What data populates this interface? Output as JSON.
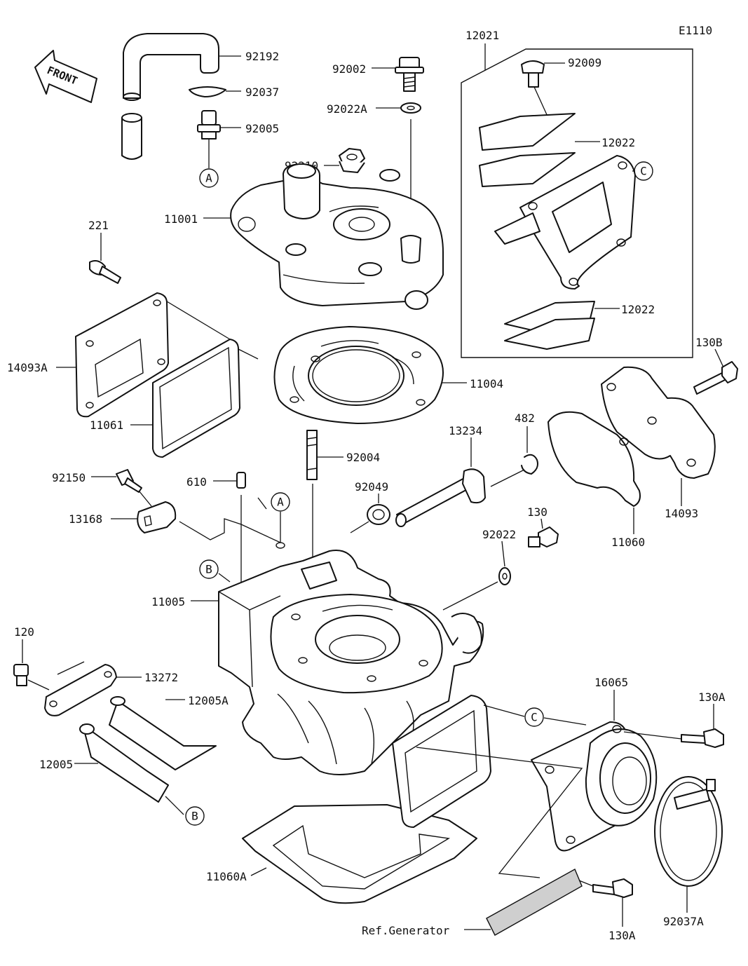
{
  "diagram_code": "E1110",
  "front_arrow_label": "FRONT",
  "callouts": {
    "c92192": "92192",
    "c92037": "92037",
    "c92005": "92005",
    "c92002": "92002",
    "c92022A": "92022A",
    "c92210": "92210",
    "c11001": "11001",
    "c12021": "12021",
    "c92009": "92009",
    "c12022a": "12022",
    "c12022b": "12022",
    "c221": "221",
    "c14093A": "14093A",
    "c11061": "11061",
    "c11004": "11004",
    "c130B": "130B",
    "c13234": "13234",
    "c482": "482",
    "c92004": "92004",
    "c92150": "92150",
    "c610": "610",
    "c13168": "13168",
    "c92049": "92049",
    "c130": "130",
    "c92022": "92022",
    "c14093": "14093",
    "c11060": "11060",
    "c11005": "11005",
    "c120": "120",
    "c13272": "13272",
    "c12005A": "12005A",
    "c12005": "12005",
    "c16065": "16065",
    "c130Aa": "130A",
    "c130Ab": "130A",
    "c11060A": "11060A",
    "c92037A": "92037A",
    "cRef": "Ref.Generator"
  },
  "connectors": {
    "A1": "A",
    "A2": "A",
    "B1": "B",
    "B2": "B",
    "C1": "C",
    "C2": "C"
  }
}
